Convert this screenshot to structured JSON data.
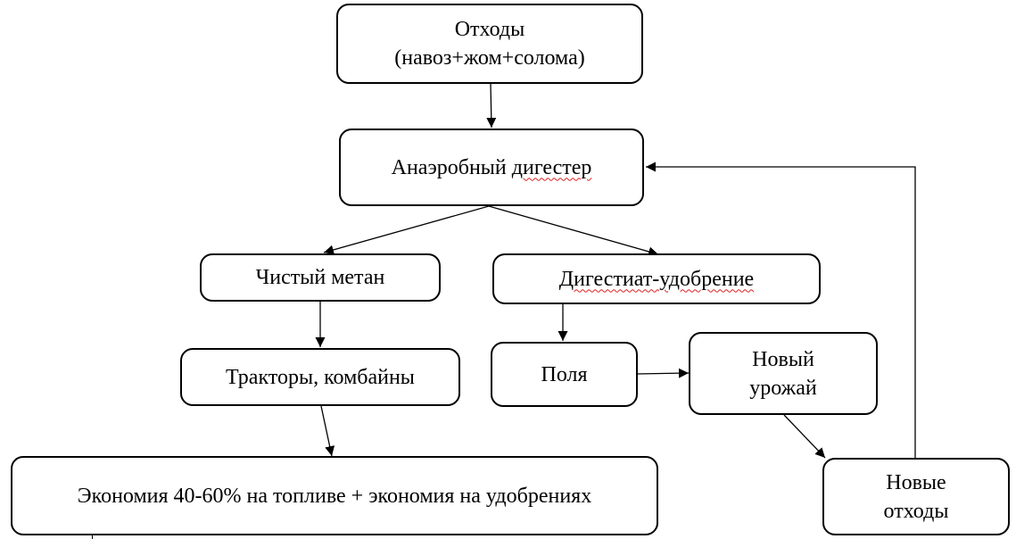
{
  "diagram": {
    "nodes": {
      "waste": {
        "line1": "Отходы",
        "line2": "(навоз+жом+солома)"
      },
      "digester": {
        "pre": "Анаэробный ",
        "spell": "дигестер"
      },
      "methane": {
        "label": "Чистый метан"
      },
      "digestate": {
        "spell": "Дигестиат-удобрение"
      },
      "tractors": {
        "label": "Тракторы, комбайны"
      },
      "fields": {
        "label": "Поля"
      },
      "new_harvest": {
        "line1": "Новый",
        "line2": "урожай"
      },
      "savings": {
        "label": "Экономия 40-60% на топливе + экономия на удобрениях"
      },
      "new_waste": {
        "line1": "Новые",
        "line2": "отходы"
      }
    },
    "edges": [
      {
        "from": "waste",
        "to": "digester"
      },
      {
        "from": "digester",
        "to": "methane"
      },
      {
        "from": "digester",
        "to": "digestate"
      },
      {
        "from": "methane",
        "to": "tractors"
      },
      {
        "from": "digestate",
        "to": "fields"
      },
      {
        "from": "tractors",
        "to": "savings"
      },
      {
        "from": "fields",
        "to": "new_harvest"
      },
      {
        "from": "new_harvest",
        "to": "new_waste"
      },
      {
        "from": "new_waste",
        "to": "digester"
      }
    ]
  }
}
